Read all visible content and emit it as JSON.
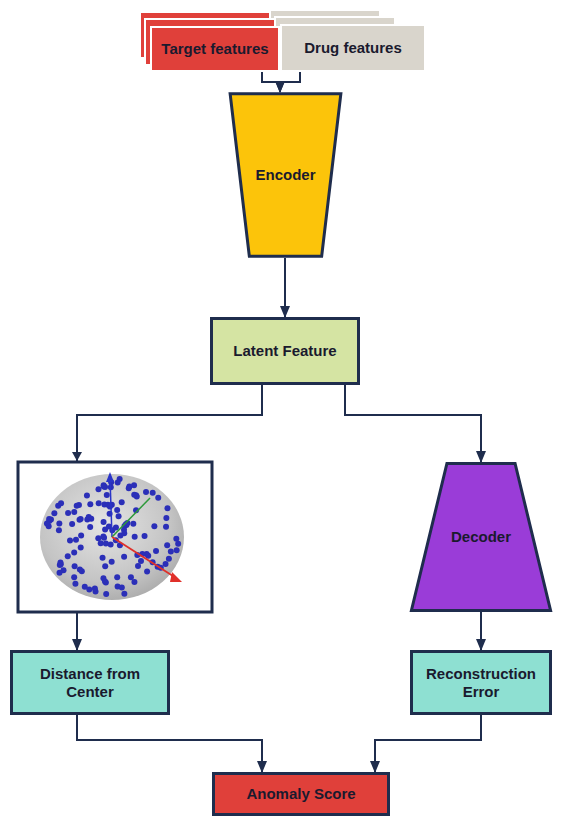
{
  "diagram": {
    "nodes": [
      {
        "text": [
          "Target features"
        ]
      },
      {
        "text": [
          "Drug features"
        ]
      },
      {
        "text": [
          "Encoder"
        ]
      },
      {
        "text": [
          "Latent Feature"
        ]
      },
      {
        "text": [
          "Distance from Center"
        ]
      },
      {
        "text": [
          "Decoder"
        ]
      },
      {
        "text": [
          "Reconstruction Error"
        ]
      },
      {
        "text": [
          "Anomaly Score"
        ]
      }
    ],
    "edges": [
      {
        "from": 0,
        "to": 2,
        "arrow": "to"
      },
      {
        "from": 1,
        "to": 2,
        "arrow": "to"
      },
      {
        "from": 2,
        "to": 3,
        "arrow": "to"
      },
      {
        "from": 3,
        "to": 4,
        "arrow": "to"
      },
      {
        "from": 3,
        "to": 5,
        "arrow": "to"
      },
      {
        "from": 5,
        "to": 6,
        "arrow": "to"
      },
      {
        "from": 4,
        "to": 7,
        "arrow": "to"
      },
      {
        "from": 6,
        "to": 7,
        "arrow": "to"
      }
    ]
  }
}
